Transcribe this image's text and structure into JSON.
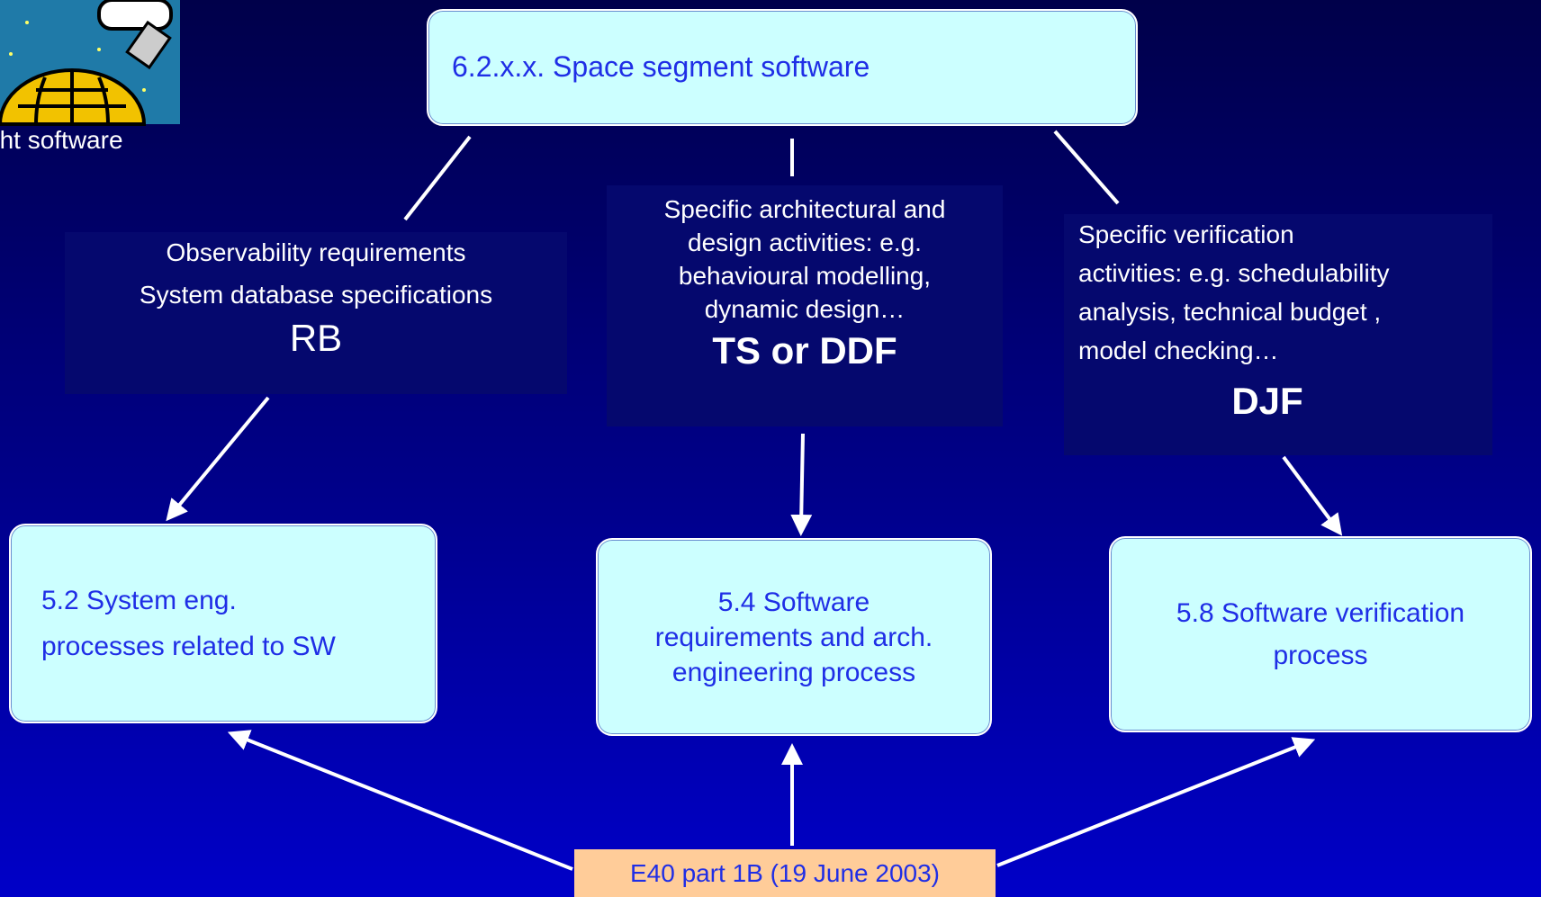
{
  "logo": {
    "icon": "satellite-globe-icon",
    "caption": "ght software"
  },
  "top_node": {
    "label": "6.2.x.x. Space segment software"
  },
  "left_panel": {
    "lines": [
      "Observability requirements",
      "System database specifications"
    ],
    "code": "RB"
  },
  "center_panel": {
    "lines": [
      "Specific architectural and",
      "design activities: e.g.",
      "behavioural modelling,",
      "dynamic design…"
    ],
    "code": "TS or DDF"
  },
  "right_panel": {
    "lines": [
      "Specific verification",
      "activities: e.g. schedulability",
      "analysis, technical budget ,",
      "model checking…"
    ],
    "code": "DJF"
  },
  "process_nodes": [
    {
      "lines": [
        "5.2  System eng.",
        "processes related to SW"
      ]
    },
    {
      "lines": [
        "5.4 Software",
        "requirements and arch.",
        "engineering process"
      ]
    },
    {
      "lines": [
        "5.8 Software verification",
        "process"
      ]
    }
  ],
  "source": {
    "label": "E40 part 1B (19 June 2003)"
  },
  "colors": {
    "background_top": "#00004a",
    "background_bottom": "#0000c8",
    "node_fill": "#ccffff",
    "node_text": "#1f2ee6",
    "source_fill": "#ffcc99",
    "arrow": "#ffffff"
  }
}
